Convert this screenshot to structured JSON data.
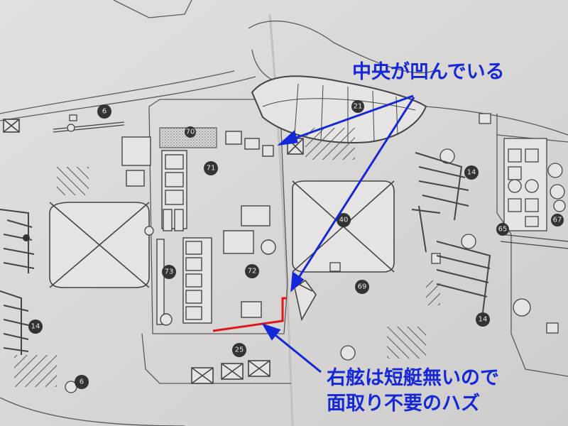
{
  "annotations": {
    "top": "中央が凹んでいる",
    "bottom_line1": "右舷は短艇無いので",
    "bottom_line2": "面取り不要のハズ"
  },
  "part_numbers": {
    "p6_top": "6",
    "p70": "70",
    "p71": "71",
    "p21": "21",
    "p14_right_top": "14",
    "p40": "40",
    "p65": "65",
    "p67": "67",
    "p73": "73",
    "p72": "72",
    "p69": "69",
    "p14_right_bottom": "14",
    "p25": "25",
    "p14_left": "14",
    "p6_bottom": "6"
  },
  "colors": {
    "annotation_blue": "#1528d8",
    "highlight_red": "#e0161c",
    "linework": "#5a5a5a",
    "paper": "#dcdad9"
  }
}
